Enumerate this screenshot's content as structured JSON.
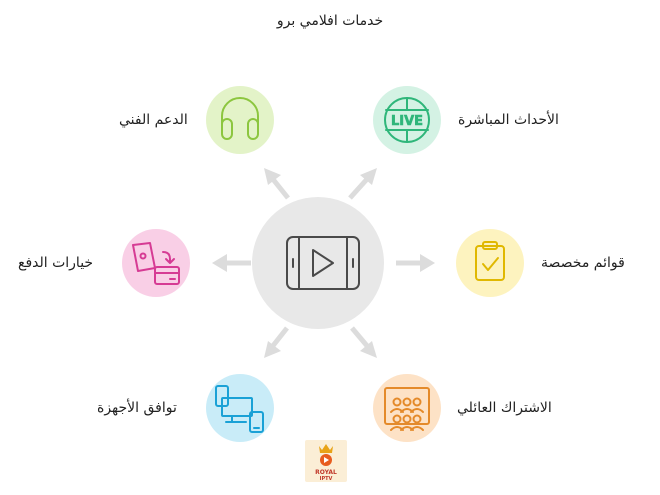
{
  "title": "خدمات افلامي برو",
  "center": {
    "icon": "play-tablet-icon"
  },
  "services": [
    {
      "label": "الدعم الفني",
      "icon": "headphones-icon",
      "color": "#e3f3c8",
      "stroke": "#8cc63f"
    },
    {
      "label": "الأحداث المباشرة",
      "icon": "live-globe-icon",
      "color": "#d4f2e4",
      "stroke": "#2fb67a"
    },
    {
      "label": "خيارات الدفع",
      "icon": "payment-cards-icon",
      "color": "#f9cfe6",
      "stroke": "#d63b94"
    },
    {
      "label": "قوائم مخصصة",
      "icon": "clipboard-check-icon",
      "color": "#fdf3bf",
      "stroke": "#e0b800"
    },
    {
      "label": "توافق الأجهزة",
      "icon": "devices-icon",
      "color": "#c9ecf8",
      "stroke": "#1aa1d6"
    },
    {
      "label": "الاشتراك العائلي",
      "icon": "family-group-icon",
      "color": "#fde2c6",
      "stroke": "#e48a2a"
    }
  ],
  "logo": {
    "line1": "ROYAL",
    "line2": "IPTV"
  }
}
